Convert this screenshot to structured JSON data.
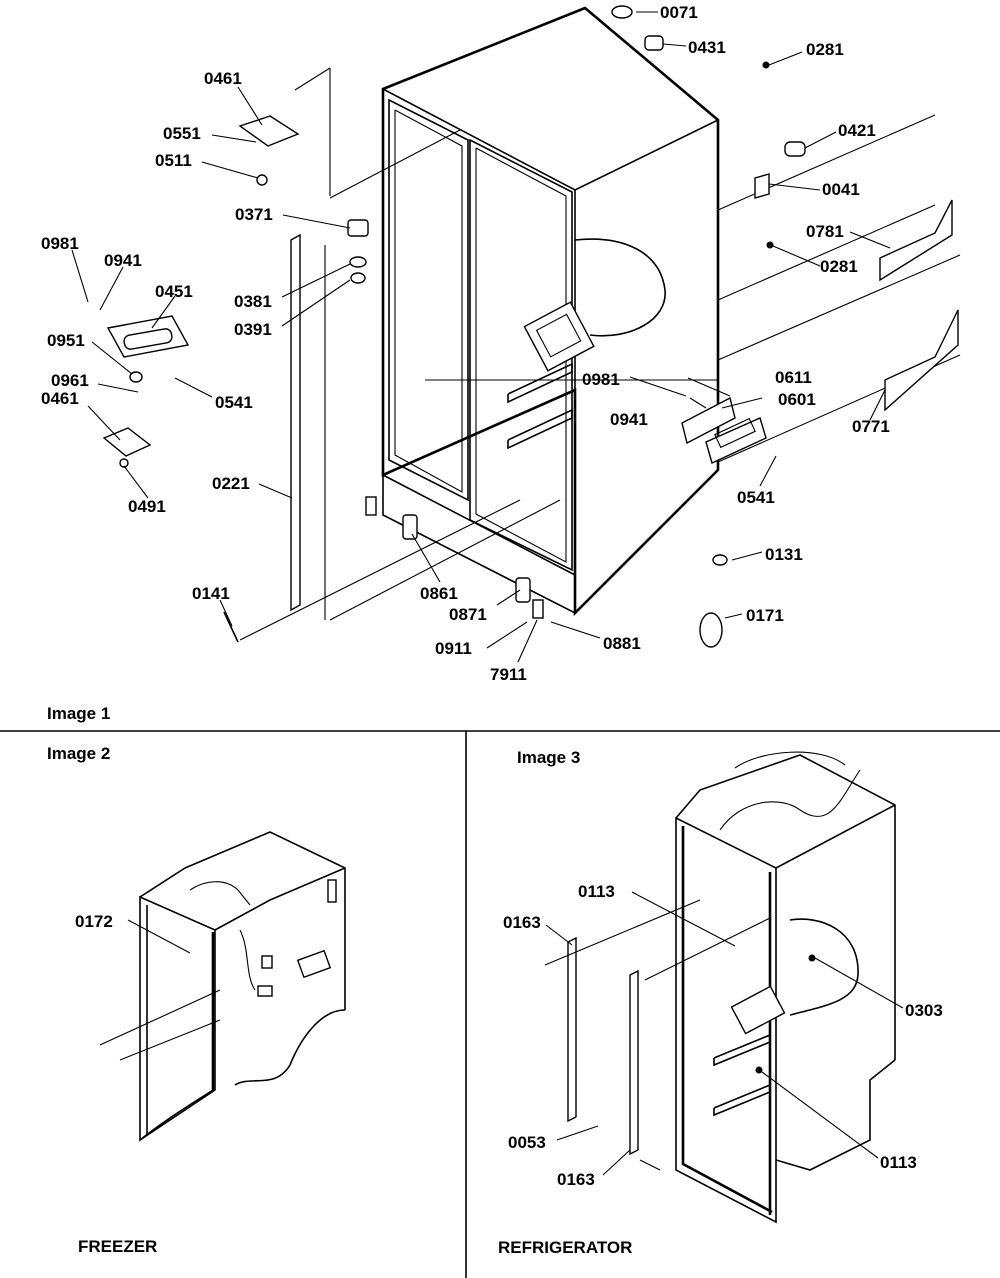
{
  "captions": {
    "image1": "Image 1",
    "image2": "Image 2",
    "image3": "Image 3",
    "freezer": "FREEZER",
    "refrigerator": "REFRIGERATOR"
  },
  "image1_labels": [
    "0071",
    "0431",
    "0281",
    "0421",
    "0041",
    "0781",
    "0281",
    "0771",
    "0461",
    "0551",
    "0511",
    "0371",
    "0981",
    "0941",
    "0451",
    "0381",
    "0391",
    "0951",
    "0961",
    "0461",
    "0541",
    "0491",
    "0221",
    "0981",
    "0611",
    "0601",
    "0941",
    "0541",
    "0131",
    "0861",
    "0871",
    "0911",
    "7911",
    "0881",
    "0171",
    "0141"
  ],
  "image2_labels": [
    "0172"
  ],
  "image3_labels": [
    "0113",
    "0163",
    "0303",
    "0053",
    "0163",
    "0113"
  ],
  "colors": {
    "ink": "#000000",
    "paper": "#ffffff"
  }
}
